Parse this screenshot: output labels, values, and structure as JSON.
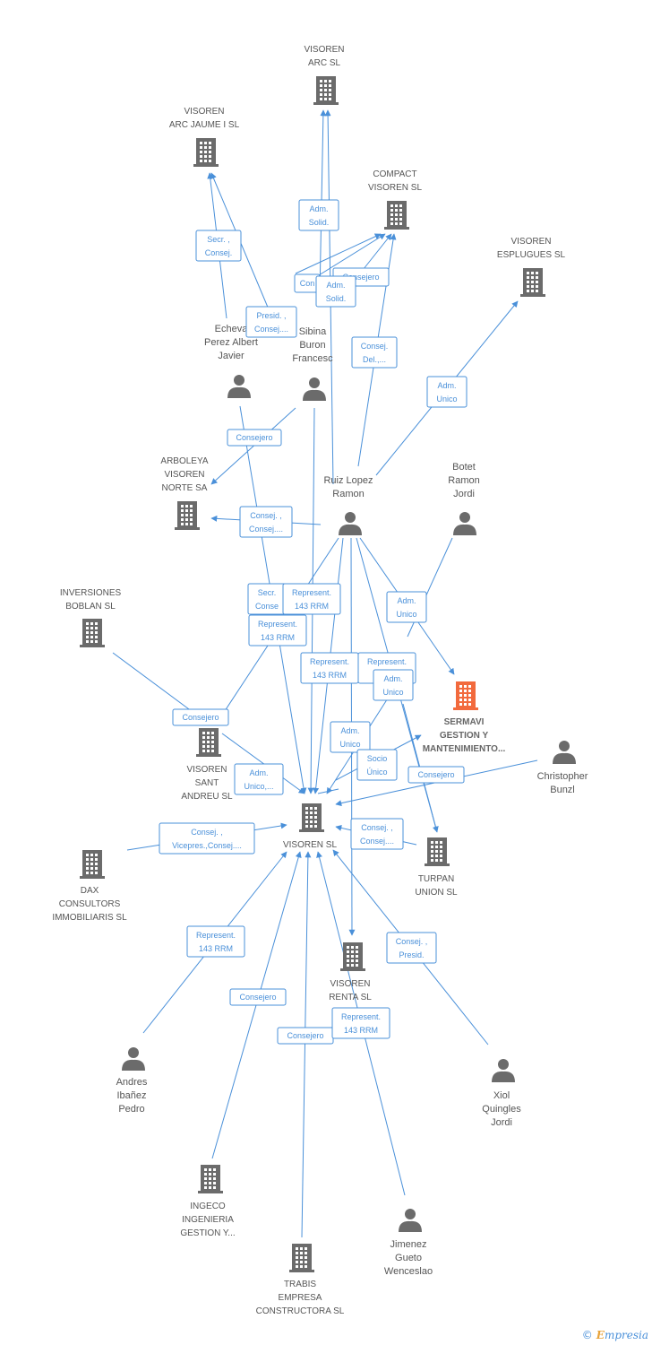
{
  "colors": {
    "edge": "#4a90d9",
    "node": "#6b6b6b",
    "highlight": "#f26a3d"
  },
  "nodes": [
    {
      "id": "visoren_arc",
      "kind": "company",
      "lines": [
        "VISOREN",
        "ARC SL"
      ]
    },
    {
      "id": "visoren_arc_jaume",
      "kind": "company",
      "lines": [
        "VISOREN",
        "ARC JAUME I SL"
      ]
    },
    {
      "id": "compact_visoren",
      "kind": "company",
      "lines": [
        "COMPACT",
        "VISOREN SL"
      ]
    },
    {
      "id": "visoren_esplugues",
      "kind": "company",
      "lines": [
        "VISOREN",
        "ESPLUGUES SL"
      ]
    },
    {
      "id": "echevarria",
      "kind": "person",
      "lines": [
        "Echeva",
        "Perez Albert",
        "Javier"
      ]
    },
    {
      "id": "sibina",
      "kind": "person",
      "lines": [
        "Sibina",
        "Buron",
        "Francesc"
      ]
    },
    {
      "id": "arboleya",
      "kind": "company",
      "lines": [
        "ARBOLEYA",
        "VISOREN",
        "NORTE SA"
      ]
    },
    {
      "id": "ruiz",
      "kind": "person",
      "lines": [
        "Ruiz Lopez",
        "Ramon"
      ]
    },
    {
      "id": "botet",
      "kind": "person",
      "lines": [
        "Botet",
        "Ramon",
        "Jordi"
      ]
    },
    {
      "id": "inversiones",
      "kind": "company",
      "lines": [
        "INVERSIONES",
        "BOBLAN  SL"
      ]
    },
    {
      "id": "sermavi",
      "kind": "company_hl",
      "lines": [
        "SERMAVI",
        "GESTION Y",
        "MANTENIMIENTO..."
      ]
    },
    {
      "id": "christopher",
      "kind": "person",
      "lines": [
        "Christopher",
        "Bunzl"
      ]
    },
    {
      "id": "sant_andreu",
      "kind": "company",
      "lines": [
        "VISOREN",
        "SANT",
        "ANDREU SL"
      ]
    },
    {
      "id": "visoren_sl",
      "kind": "company",
      "lines": [
        "VISOREN SL"
      ]
    },
    {
      "id": "turpan",
      "kind": "company",
      "lines": [
        "TURPAN",
        "UNION SL"
      ]
    },
    {
      "id": "dax",
      "kind": "company",
      "lines": [
        "DAX",
        "CONSULTORS",
        "IMMOBILIARIS SL"
      ]
    },
    {
      "id": "renta",
      "kind": "company",
      "lines": [
        "VISOREN",
        "RENTA SL"
      ]
    },
    {
      "id": "andres",
      "kind": "person",
      "lines": [
        "Andres",
        "Ibañez",
        "Pedro"
      ]
    },
    {
      "id": "xiol",
      "kind": "person",
      "lines": [
        "Xiol",
        "Quingles",
        "Jordi"
      ]
    },
    {
      "id": "ingeco",
      "kind": "company",
      "lines": [
        "INGECO",
        "INGENIERIA",
        "GESTION Y..."
      ]
    },
    {
      "id": "jimenez",
      "kind": "person",
      "lines": [
        "Jimenez",
        "Gueto",
        "Wenceslao"
      ]
    },
    {
      "id": "trabis",
      "kind": "company",
      "lines": [
        "TRABIS",
        "EMPRESA",
        "CONSTRUCTORA SL"
      ]
    }
  ],
  "edge_labels": [
    {
      "id": "l_adm_solid_1",
      "lines": [
        "Adm.",
        "Solid."
      ]
    },
    {
      "id": "l_secr_consej",
      "lines": [
        "Secr. ,",
        "Consej."
      ]
    },
    {
      "id": "l_con",
      "lines": [
        "Con"
      ]
    },
    {
      "id": "l_consejero_top",
      "lines": [
        "Consejero"
      ]
    },
    {
      "id": "l_adm_solid_2",
      "lines": [
        "Adm.",
        "Solid."
      ]
    },
    {
      "id": "l_presid_consej",
      "lines": [
        "Presid. ,",
        "Consej...."
      ]
    },
    {
      "id": "l_consej_del",
      "lines": [
        "Consej.",
        "Del.,..."
      ]
    },
    {
      "id": "l_adm_unico_esp",
      "lines": [
        "Adm.",
        "Unico"
      ]
    },
    {
      "id": "l_consejero_arb",
      "lines": [
        "Consejero"
      ]
    },
    {
      "id": "l_consej_consej_arb",
      "lines": [
        "Consej. ,",
        "Consej...."
      ]
    },
    {
      "id": "l_secr_conse",
      "lines": [
        "Secr.",
        "Conse"
      ]
    },
    {
      "id": "l_represent_1",
      "lines": [
        "Represent.",
        "143 RRM"
      ]
    },
    {
      "id": "l_represent_2",
      "lines": [
        "Represent.",
        "143 RRM"
      ]
    },
    {
      "id": "l_adm_unico_botet",
      "lines": [
        "Adm.",
        "Unico"
      ]
    },
    {
      "id": "l_represent_3",
      "lines": [
        "Represent.",
        "143 RRM"
      ]
    },
    {
      "id": "l_represent_4",
      "lines": [
        "Represent.",
        "14"
      ]
    },
    {
      "id": "l_adm_unico_ruiz",
      "lines": [
        "Adm.",
        "Unico"
      ]
    },
    {
      "id": "l_consejero_sa",
      "lines": [
        "Consejero"
      ]
    },
    {
      "id": "l_adm_unico_sa",
      "lines": [
        "Adm.",
        "Unico"
      ]
    },
    {
      "id": "l_socio_unico",
      "lines": [
        "Socio",
        "Único"
      ]
    },
    {
      "id": "l_consejero_chris",
      "lines": [
        "Consejero"
      ]
    },
    {
      "id": "l_adm_unico_sant",
      "lines": [
        "Adm.",
        "Unico,..."
      ]
    },
    {
      "id": "l_consej_vicepres",
      "lines": [
        "Consej. ,",
        "Vicepres.,Consej...."
      ]
    },
    {
      "id": "l_consej_consej_tur",
      "lines": [
        "Consej. ,",
        "Consej...."
      ]
    },
    {
      "id": "l_represent_andres",
      "lines": [
        "Represent.",
        "143 RRM"
      ]
    },
    {
      "id": "l_consej_presid",
      "lines": [
        "Consej. ,",
        "Presid."
      ]
    },
    {
      "id": "l_consejero_ing",
      "lines": [
        "Consejero"
      ]
    },
    {
      "id": "l_consejero_trab",
      "lines": [
        "Consejero"
      ]
    },
    {
      "id": "l_represent_jim",
      "lines": [
        "Represent.",
        "143 RRM"
      ]
    }
  ],
  "footer": {
    "copyright": "©",
    "brand_initial": "E",
    "brand_rest": "mpresia"
  }
}
